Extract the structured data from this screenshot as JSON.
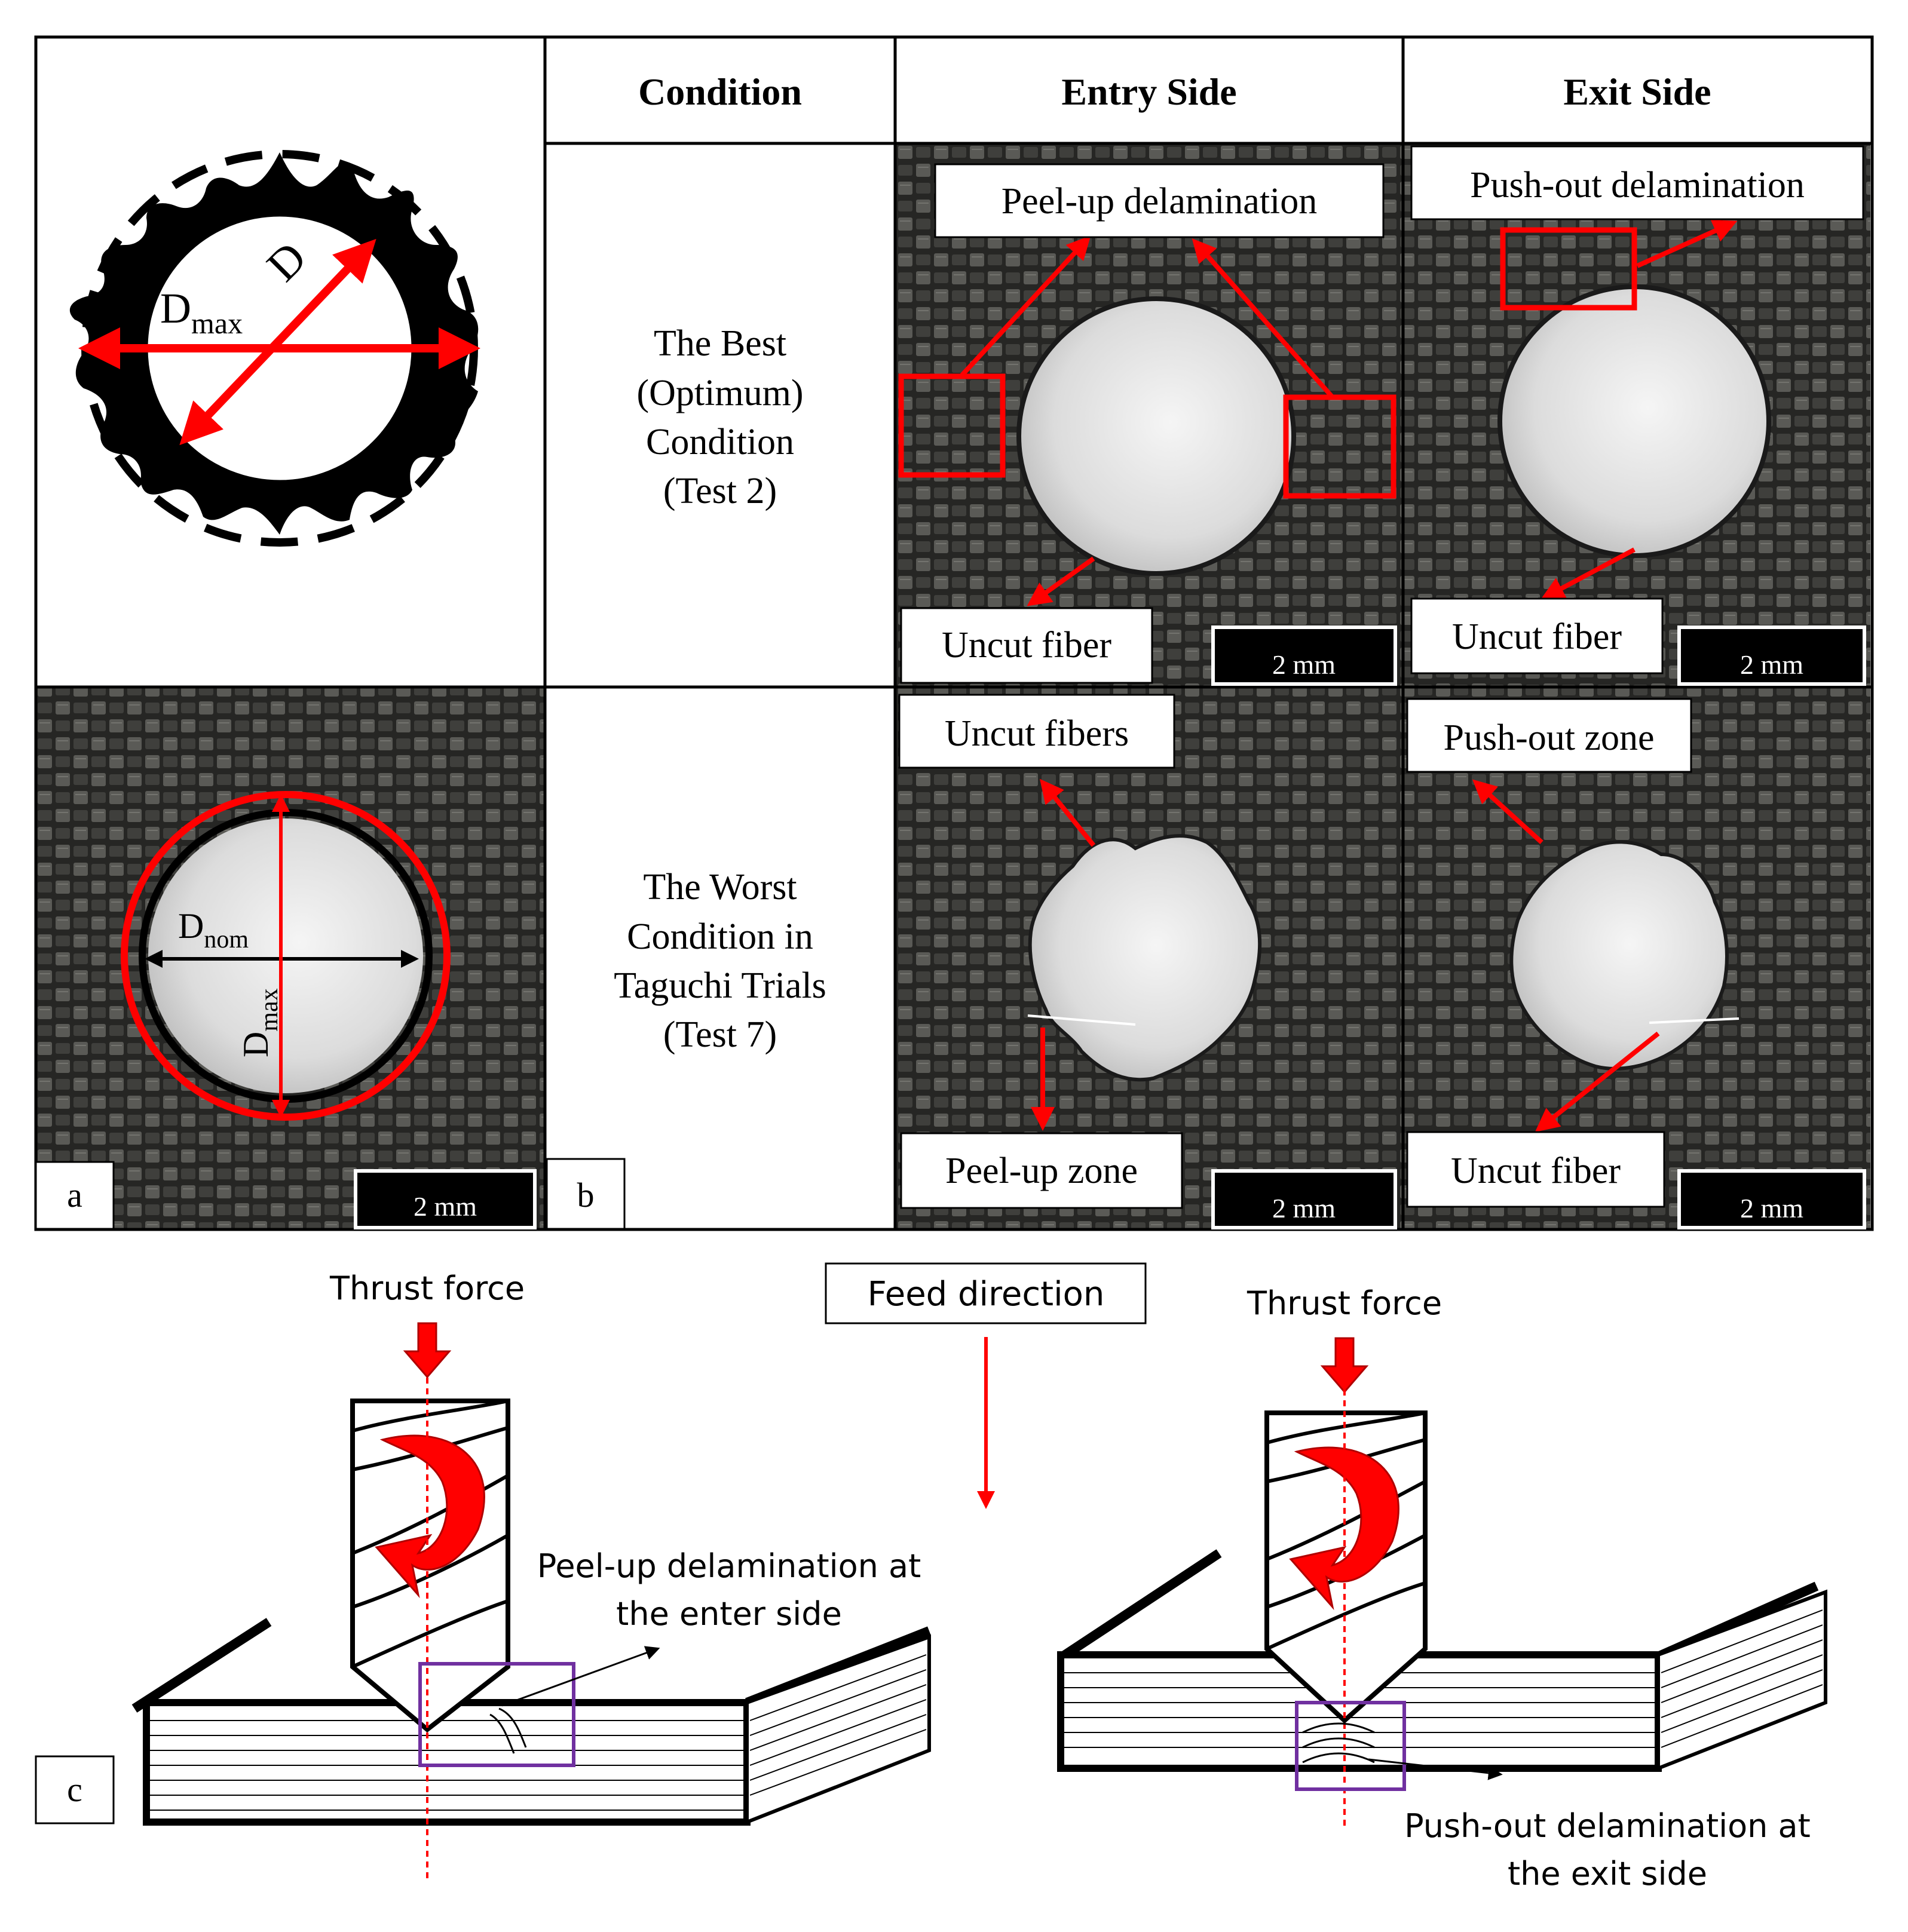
{
  "figure": {
    "panel_labels": {
      "a": "a",
      "b": "b",
      "c": "c"
    },
    "diagram_a": {
      "d_label": "D",
      "dmax_label": "D",
      "dmax_sub": "max"
    },
    "photo_a": {
      "dnom_label": "D",
      "dnom_sub": "nom",
      "dmax_label": "D",
      "dmax_sub": "max",
      "scale": "2 mm"
    },
    "table": {
      "headers": {
        "condition": "Condition",
        "entry": "Entry Side",
        "exit": "Exit Side"
      },
      "rows": [
        {
          "condition_lines": [
            "The Best",
            "(Optimum)",
            "Condition",
            "(Test 2)"
          ],
          "entry": {
            "top_label": "Peel-up delamination",
            "bottom_label": "Uncut fiber",
            "scale": "2 mm"
          },
          "exit": {
            "top_label": "Push-out delamination",
            "bottom_label": "Uncut fiber",
            "scale": "2 mm"
          }
        },
        {
          "condition_lines": [
            "The Worst",
            "Condition in",
            "Taguchi Trials",
            "(Test 7)"
          ],
          "entry": {
            "top_label": "Uncut fibers",
            "bottom_label": "Peel-up zone",
            "scale": "2 mm"
          },
          "exit": {
            "top_label": "Push-out zone",
            "bottom_label": "Uncut fiber",
            "scale": "2 mm"
          }
        }
      ]
    },
    "drilling": {
      "thrust_left": "Thrust force",
      "thrust_right": "Thrust force",
      "feed_direction": "Feed direction",
      "peel_label": [
        "Peel-up delamination at",
        "the enter side"
      ],
      "push_label": [
        "Push-out delamination at",
        "the exit side"
      ]
    },
    "colors": {
      "annotation_red": "#ff0000",
      "highlight_purple": "#7030a0",
      "carbon_dark": "#2e2e2c",
      "hole_white": "#e8e8e8"
    }
  }
}
